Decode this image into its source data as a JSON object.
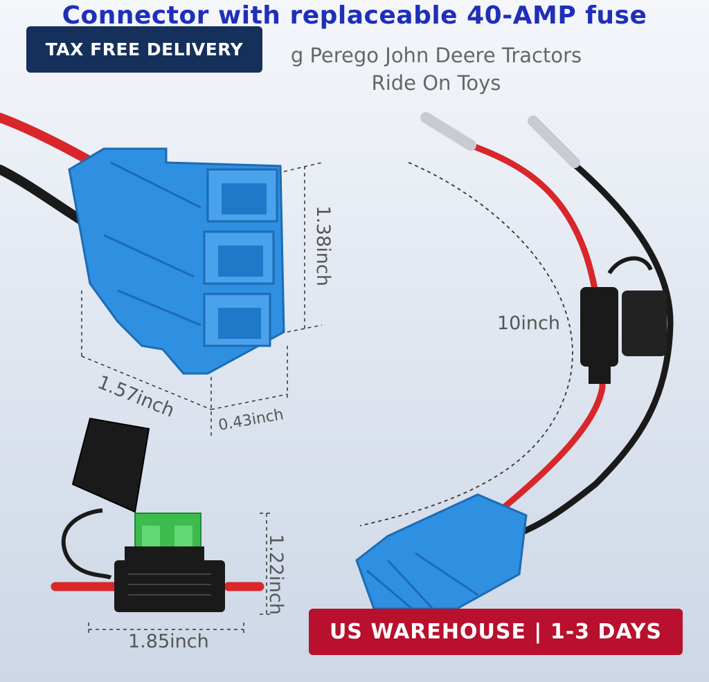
{
  "title": "Connector with replaceable 40-AMP fuse",
  "subtitle": {
    "line1": "g Perego John Deere Tractors",
    "line2": "Ride On Toys"
  },
  "badges": {
    "top": "TAX FREE DELIVERY",
    "bottom": "US WAREHOUSE | 1-3 DAYS"
  },
  "dimensions": {
    "connector_height": "1.38inch",
    "connector_length": "1.57inch",
    "connector_depth": "0.43inch",
    "cable_length": "10inch",
    "fuse_height": "1.22inch",
    "fuse_width": "1.85inch"
  },
  "colors": {
    "connector_blue": "#2f8fe0",
    "wire_red": "#d8262a",
    "wire_black": "#1a1a1a",
    "fuse_green": "#3dbb4e",
    "badge_navy": "#16305c",
    "badge_red": "#b8102d",
    "title_blue": "#1f2fb8"
  }
}
